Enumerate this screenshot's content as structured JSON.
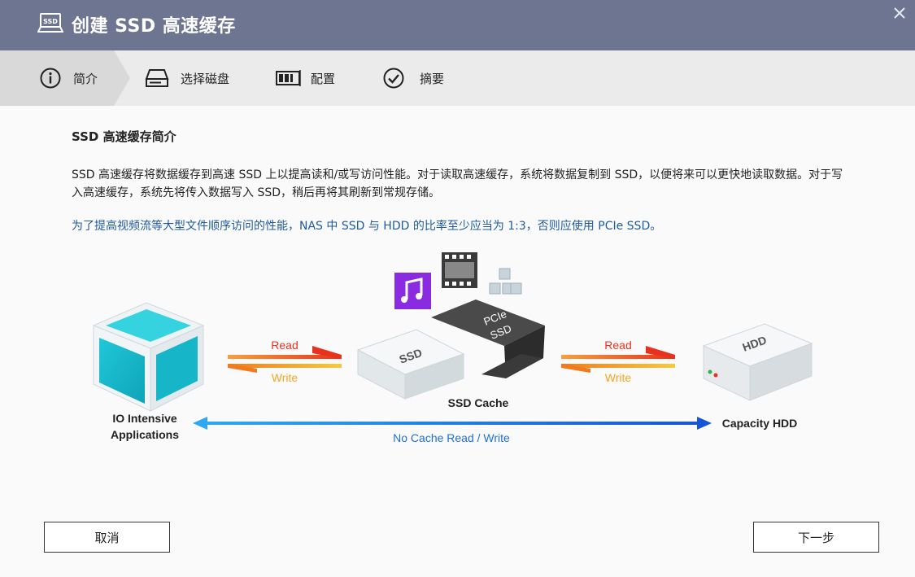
{
  "window": {
    "title": "创建 SSD 高速缓存",
    "title_icon_text": "SSD"
  },
  "steps": [
    {
      "label": "简介",
      "icon": "info-circle-icon",
      "active": true
    },
    {
      "label": "选择磁盘",
      "icon": "disk-drive-icon",
      "active": false
    },
    {
      "label": "配置",
      "icon": "config-icon",
      "active": false
    },
    {
      "label": "摘要",
      "icon": "check-circle-icon",
      "active": false
    }
  ],
  "content": {
    "heading": "SSD 高速缓存简介",
    "paragraph": "SSD 高速缓存将数据缓存到高速 SSD 上以提高读和/或写访问性能。对于读取高速缓存，系统将数据复制到 SSD，以便将来可以更快地读取数据。对于写入高速缓存，系统先将传入数据写入 SSD，稍后再将其刷新到常规存储。",
    "note": "为了提高视频流等大型文件顺序访问的性能，NAS 中 SSD 与 HDD 的比率至少应当为 1:3，否则应使用 PCIe SSD。"
  },
  "diagram": {
    "io_label_line1": "IO Intensive",
    "io_label_line2": "Applications",
    "ssd_cache_label": "SSD Cache",
    "hdd_label": "Capacity HDD",
    "read_label": "Read",
    "write_label": "Write",
    "no_cache_label": "No Cache Read / Write",
    "ssd_text": "SSD",
    "pcie_text_line1": "PCIe",
    "pcie_text_line2": "SSD",
    "hdd_text": "HDD",
    "colors": {
      "read": "#e8321e",
      "write": "#f5a623",
      "no_cache": "#1f6fd6",
      "music_tile": "#8a2be2"
    }
  },
  "buttons": {
    "cancel": "取消",
    "next": "下一步"
  }
}
